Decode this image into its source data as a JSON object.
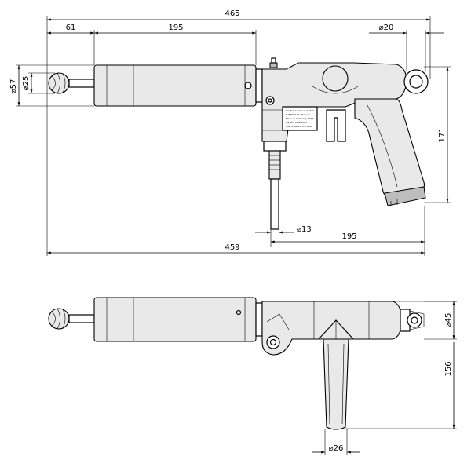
{
  "dimensions": {
    "overall_length_top": "465",
    "front_offset": "61",
    "barrel_length_top": "195",
    "ring_diameter": "⌀20",
    "barrel_diameter": "⌀57",
    "knob_diameter": "⌀25",
    "height": "171",
    "stem_diameter": "⌀13",
    "rear_length": "195",
    "overall_length_bottom": "459",
    "rear_diameter": "⌀45",
    "handle_height": "156",
    "handle_diameter": "⌀26"
  },
  "plate_lines": [
    "Dorfing & Hessel GmbH",
    "D-87600 Kaufbeuren",
    "Made in Germany 2023",
    "SN 123      00000000",
    "max 6 bar  Pr. 0,6 MPa"
  ],
  "colors": {
    "line": "#000000",
    "body": "#e9e9e9",
    "background": "#ffffff"
  }
}
